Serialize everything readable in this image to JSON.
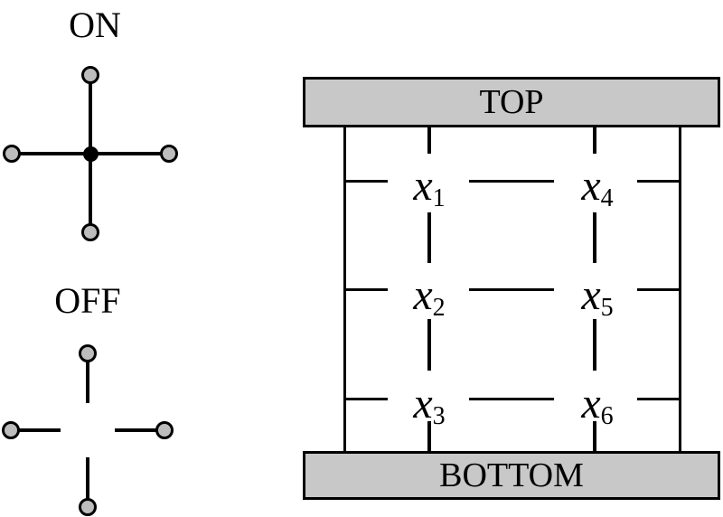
{
  "legend": {
    "on_label": "ON",
    "off_label": "OFF"
  },
  "network": {
    "top_label": "TOP",
    "bottom_label": "BOTTOM",
    "switches": [
      {
        "base": "x",
        "sub": "1"
      },
      {
        "base": "x",
        "sub": "2"
      },
      {
        "base": "x",
        "sub": "3"
      },
      {
        "base": "x",
        "sub": "4"
      },
      {
        "base": "x",
        "sub": "5"
      },
      {
        "base": "x",
        "sub": "6"
      }
    ]
  },
  "colors": {
    "bar_fill": "#c8c8c8",
    "dot_fill": "#bdbdbd",
    "line": "#000000"
  }
}
